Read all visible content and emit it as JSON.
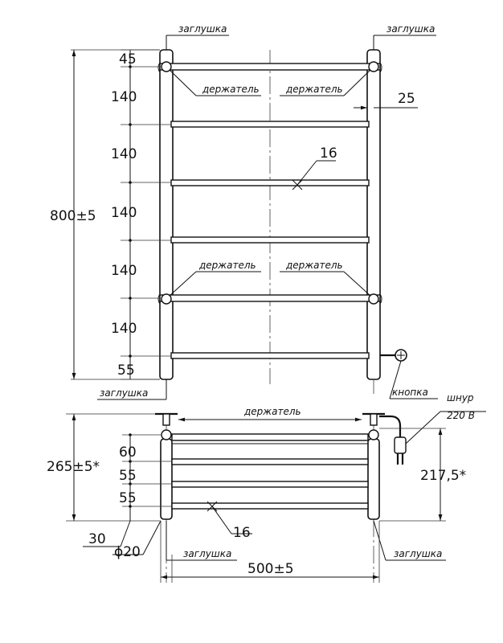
{
  "labels": {
    "cap": "заглушка",
    "holder": "держатель",
    "button": "кнопка",
    "cord": "шнур",
    "voltage": "220 В"
  },
  "front_view": {
    "total_height": "800±5",
    "top_offset": "45",
    "spacing": [
      "140",
      "140",
      "140",
      "140",
      "140"
    ],
    "bottom_offset": "55",
    "tube_offset": "25",
    "rung_diameter": "16"
  },
  "side_view": {
    "depth": "265±5*",
    "spacings": [
      "60",
      "55",
      "55"
    ],
    "bottom": "30",
    "diameter": "ϕ20",
    "width": "500±5",
    "wall_depth": "217,5*",
    "rung_diameter": "16"
  }
}
